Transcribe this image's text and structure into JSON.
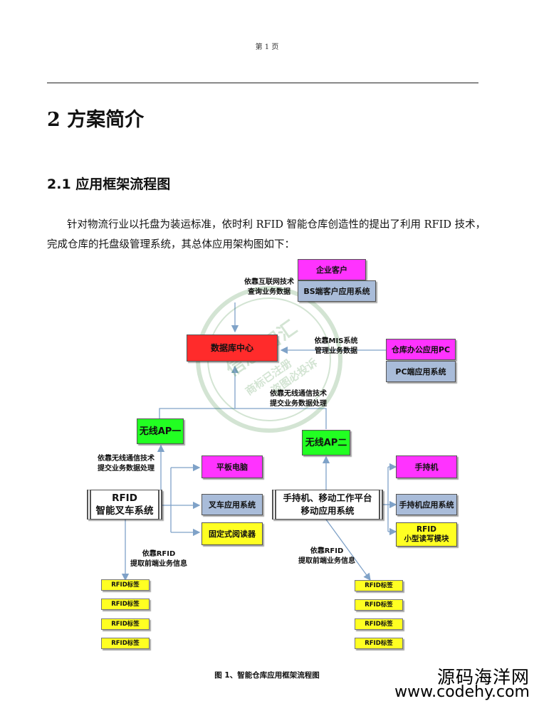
{
  "header": {
    "page_number": "第 1 页"
  },
  "heading1": "2 方案简介",
  "heading2": "2.1 应用框架流程图",
  "paragraph": "针对物流行业以托盘为装运标准，依时利 RFID 智能仓库创造性的提出了利用 RFID 技术，完成仓库的托盘级管理系统，其总体应用架构图如下：",
  "diagram": {
    "enterprise_client": "企业客户",
    "bs_system": "BS端客户应用系统",
    "note_internet": [
      "依靠互联网技术",
      "查询业务数据"
    ],
    "database_center": "数据库中心",
    "note_mis": [
      "依靠MIS系统",
      "管理业务数据"
    ],
    "warehouse_pc": "仓库办公应用PC",
    "pc_system": "PC端应用系统",
    "note_wireless_top": [
      "依靠无线通信技术",
      "提交业务数据处理"
    ],
    "ap1": "无线AP一",
    "ap2": "无线AP二",
    "note_wireless_left": [
      "依靠无线通信技术",
      "提交业务数据处理"
    ],
    "tablet": "平板电脑",
    "forklift_system": [
      "RFID",
      "智能叉车系统"
    ],
    "forklift_app": "叉车应用系统",
    "fixed_reader": "固定式阅读器",
    "mobile_system": [
      "手持机、移动工作平台",
      "移动应用系统"
    ],
    "handheld": "手持机",
    "handheld_app": "手持机应用系统",
    "small_module": [
      "RFID",
      "小型读写模块"
    ],
    "note_rfid_left": [
      "依靠RFID",
      "提取前端业务信息"
    ],
    "note_rfid_right": [
      "依靠RFID",
      "提取前端业务信息"
    ],
    "rfid_tags_left": [
      "RFID标签",
      "RFID标签",
      "RFID标签",
      "RFID标签"
    ],
    "rfid_tags_right": [
      "RFID标签",
      "RFID标签",
      "RFID标签",
      "RFID标签"
    ]
  },
  "caption": "图 1、智能仓库应用框架流程图",
  "stamp": {
    "brand": "信息·智汇",
    "line_a": "商标已注册",
    "line_b": "盗图必投诉"
  },
  "watermark": {
    "site_name": "源码海洋网",
    "site_url": "www.codehy.com"
  },
  "colors": {
    "magenta": "#ff33ff",
    "steel": "#a9bcd9",
    "red": "#ff2b2b",
    "green": "#22ff22",
    "yellow": "#ffff22"
  }
}
